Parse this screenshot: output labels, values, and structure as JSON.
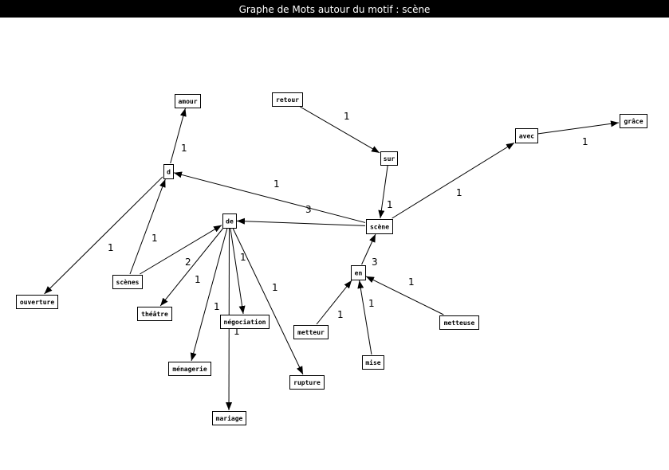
{
  "window": {
    "title": "Graphe de Mots autour du motif : scène"
  },
  "graph": {
    "nodes": [
      {
        "id": "amour",
        "label": "amour"
      },
      {
        "id": "retour",
        "label": "retour"
      },
      {
        "id": "grace",
        "label": "grâce"
      },
      {
        "id": "avec",
        "label": "avec"
      },
      {
        "id": "sur",
        "label": "sur"
      },
      {
        "id": "d",
        "label": "d"
      },
      {
        "id": "de",
        "label": "de"
      },
      {
        "id": "scene",
        "label": "scène"
      },
      {
        "id": "en",
        "label": "en"
      },
      {
        "id": "scenes",
        "label": "scènes"
      },
      {
        "id": "ouverture",
        "label": "ouverture"
      },
      {
        "id": "theatre",
        "label": "théâtre"
      },
      {
        "id": "negociation",
        "label": "négociation"
      },
      {
        "id": "metteur",
        "label": "metteur"
      },
      {
        "id": "metteuse",
        "label": "metteuse"
      },
      {
        "id": "menagerie",
        "label": "ménagerie"
      },
      {
        "id": "mise",
        "label": "mise"
      },
      {
        "id": "rupture",
        "label": "rupture"
      },
      {
        "id": "mariage",
        "label": "mariage"
      }
    ],
    "edges": [
      {
        "from": "d",
        "to": "amour",
        "label": "1"
      },
      {
        "from": "d",
        "to": "ouverture",
        "label": "1"
      },
      {
        "from": "scenes",
        "to": "d",
        "label": "1"
      },
      {
        "from": "scenes",
        "to": "de",
        "label": "2"
      },
      {
        "from": "scene",
        "to": "d",
        "label": "1"
      },
      {
        "from": "scene",
        "to": "de",
        "label": "3"
      },
      {
        "from": "retour",
        "to": "sur",
        "label": "1"
      },
      {
        "from": "sur",
        "to": "scene",
        "label": "1"
      },
      {
        "from": "scene",
        "to": "avec",
        "label": "1"
      },
      {
        "from": "avec",
        "to": "grace",
        "label": "1"
      },
      {
        "from": "en",
        "to": "scene",
        "label": "3"
      },
      {
        "from": "metteur",
        "to": "en",
        "label": "1"
      },
      {
        "from": "mise",
        "to": "en",
        "label": "1"
      },
      {
        "from": "metteuse",
        "to": "en",
        "label": "1"
      },
      {
        "from": "de",
        "to": "theatre",
        "label": "1"
      },
      {
        "from": "de",
        "to": "negociation",
        "label": "1"
      },
      {
        "from": "de",
        "to": "menagerie",
        "label": "1"
      },
      {
        "from": "de",
        "to": "rupture",
        "label": "1"
      },
      {
        "from": "de",
        "to": "mariage",
        "label": "1"
      }
    ]
  }
}
